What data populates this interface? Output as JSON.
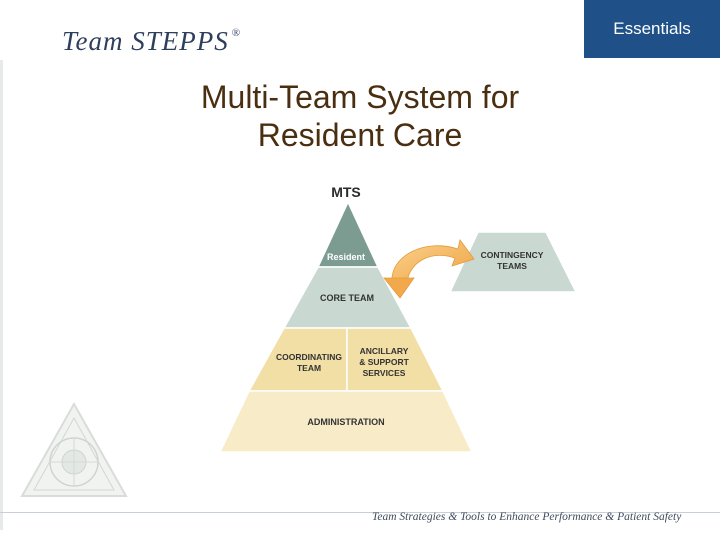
{
  "header": {
    "logo_text": "Team STEPPS",
    "logo_reg": "®",
    "badge_label": "Essentials"
  },
  "title": {
    "line1": "Multi-Team System for",
    "line2": "Resident Care"
  },
  "diagram": {
    "apex_label": "MTS",
    "layers": {
      "resident": "Resident",
      "core_team": "CORE TEAM",
      "coordinating_team_line1": "COORDINATING",
      "coordinating_team_line2": "TEAM",
      "ancillary_line1": "ANCILLARY",
      "ancillary_line2": "& SUPPORT",
      "ancillary_line3": "SERVICES",
      "administration": "ADMINISTRATION"
    },
    "contingency_line1": "CONTINGENCY",
    "contingency_line2": "TEAMS",
    "colors": {
      "resident_fill": "#7d9c91",
      "teal_fill": "#c9d9d2",
      "gold_fill": "#f1dfa6",
      "cream_fill": "#f7ebc8",
      "arrow_fill": "#f5b55a"
    }
  },
  "footer": {
    "tagline": "Team Strategies & Tools to Enhance Performance & Patient Safety"
  }
}
